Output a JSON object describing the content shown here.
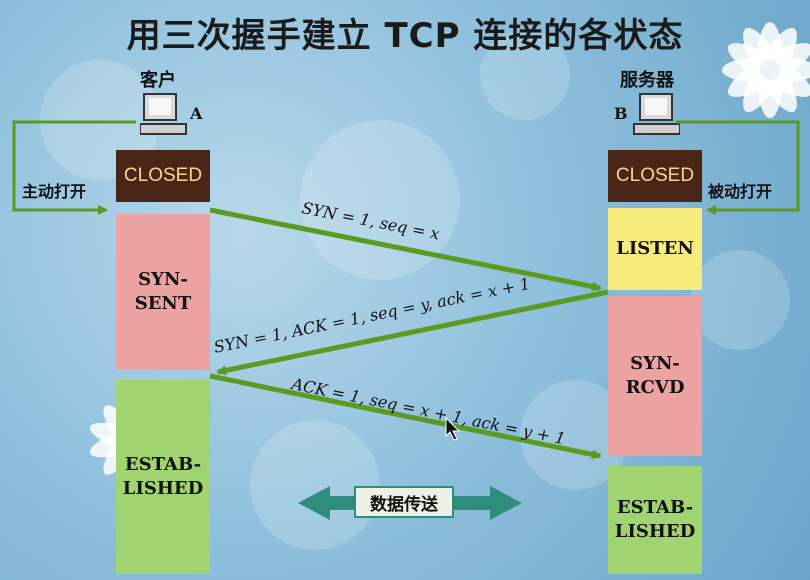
{
  "title": "用三次握手建立 TCP 连接的各状态",
  "client": {
    "label": "客户",
    "pc_letter": "A",
    "open_label": "主动打开",
    "states": [
      "CLOSED",
      "SYN-\nSENT",
      "ESTAB-\nLISHED"
    ]
  },
  "server": {
    "label": "服务器",
    "pc_letter": "B",
    "open_label": "被动打开",
    "states": [
      "CLOSED",
      "LISTEN",
      "SYN-\nRCVD",
      "ESTAB-\nLISHED"
    ]
  },
  "segments": [
    "SYN = 1, seq = x",
    "SYN = 1, ACK = 1, seq = y, ack = x + 1",
    "ACK = 1, seq = x + 1, ack = y + 1"
  ],
  "data_transfer": "数据传送",
  "colors": {
    "closed": "#4a2616",
    "syn_sent": "#eba2a0",
    "established": "#9fd470",
    "listen": "#f6ec7d",
    "arrow": "#5a9a1e",
    "transfer_arrow": "#2f8d7e"
  }
}
